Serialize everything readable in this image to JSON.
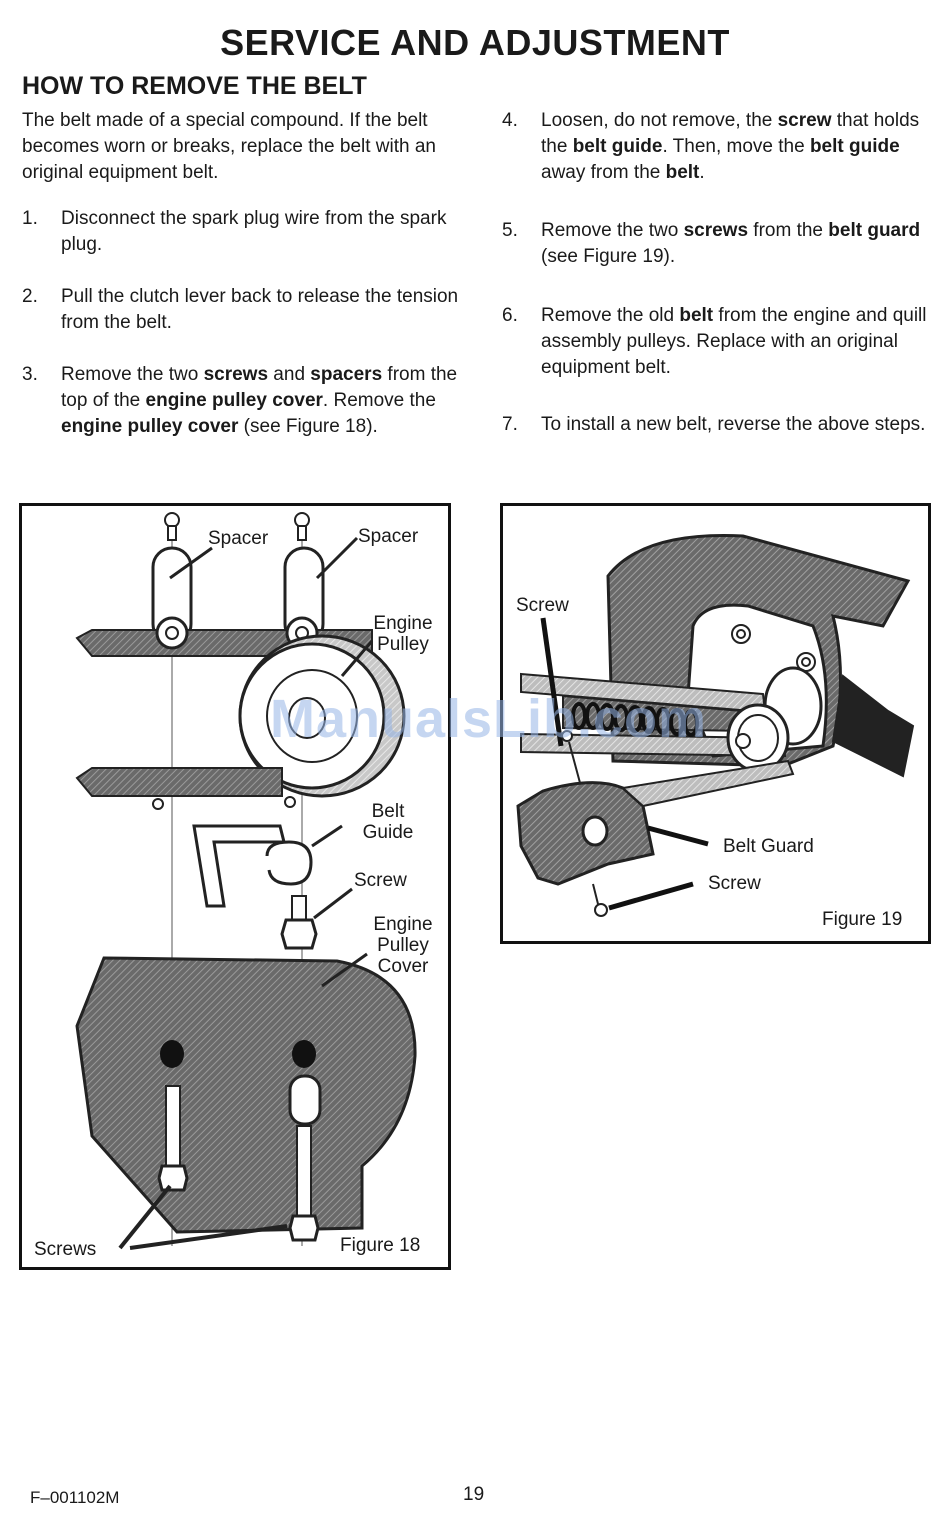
{
  "page": {
    "title": "SERVICE AND ADJUSTMENT",
    "section_heading": "HOW TO REMOVE THE BELT",
    "intro": "The belt made of a special compound. If the belt becomes worn or breaks, replace the belt with an original equipment belt."
  },
  "steps": [
    {
      "num": "1.",
      "parts": [
        {
          "t": "Disconnect the spark plug wire from the spark plug.",
          "b": false
        }
      ]
    },
    {
      "num": "2.",
      "parts": [
        {
          "t": "Pull the clutch lever back to release the tension from the belt.",
          "b": false
        }
      ]
    },
    {
      "num": "3.",
      "parts": [
        {
          "t": "Remove the two ",
          "b": false
        },
        {
          "t": "screws",
          "b": true
        },
        {
          "t": " and ",
          "b": false
        },
        {
          "t": "spacers",
          "b": true
        },
        {
          "t": " from the top of the ",
          "b": false
        },
        {
          "t": "engine pulley cover",
          "b": true
        },
        {
          "t": ". Remove the ",
          "b": false
        },
        {
          "t": "engine pulley cover",
          "b": true
        },
        {
          "t": " (see Figure 18).",
          "b": false
        }
      ]
    },
    {
      "num": "4.",
      "parts": [
        {
          "t": "Loosen, do not remove, the ",
          "b": false
        },
        {
          "t": "screw",
          "b": true
        },
        {
          "t": " that holds the ",
          "b": false
        },
        {
          "t": "belt guide",
          "b": true
        },
        {
          "t": ". Then, move the ",
          "b": false
        },
        {
          "t": "belt guide",
          "b": true
        },
        {
          "t": " away from the ",
          "b": false
        },
        {
          "t": "belt",
          "b": true
        },
        {
          "t": ".",
          "b": false
        }
      ]
    },
    {
      "num": "5.",
      "parts": [
        {
          "t": "Remove the two ",
          "b": false
        },
        {
          "t": "screws",
          "b": true
        },
        {
          "t": " from the ",
          "b": false
        },
        {
          "t": "belt guard",
          "b": true
        },
        {
          "t": " (see Figure 19).",
          "b": false
        }
      ]
    },
    {
      "num": "6.",
      "parts": [
        {
          "t": "Remove the old ",
          "b": false
        },
        {
          "t": "belt",
          "b": true
        },
        {
          "t": " from the engine and quill assembly pulleys. Replace with an original equipment belt.",
          "b": false
        }
      ]
    },
    {
      "num": "7.",
      "parts": [
        {
          "t": "To install a new belt, reverse the above steps.",
          "b": false
        }
      ]
    }
  ],
  "figure18": {
    "labels": {
      "spacer_left": "Spacer",
      "spacer_right": "Spacer",
      "engine_pulley": "Engine Pulley",
      "belt_guide": "Belt Guide",
      "screw": "Screw",
      "engine_pulley_cover": "Engine Pulley Cover",
      "screws": "Screws"
    },
    "caption": "Figure 18"
  },
  "figure19": {
    "labels": {
      "screw_top": "Screw",
      "belt_guard": "Belt Guard",
      "screw_bottom": "Screw"
    },
    "caption": "Figure 19"
  },
  "watermark": "ManualsLib.com",
  "footer": {
    "code": "F–001102M",
    "page_number": "19"
  }
}
